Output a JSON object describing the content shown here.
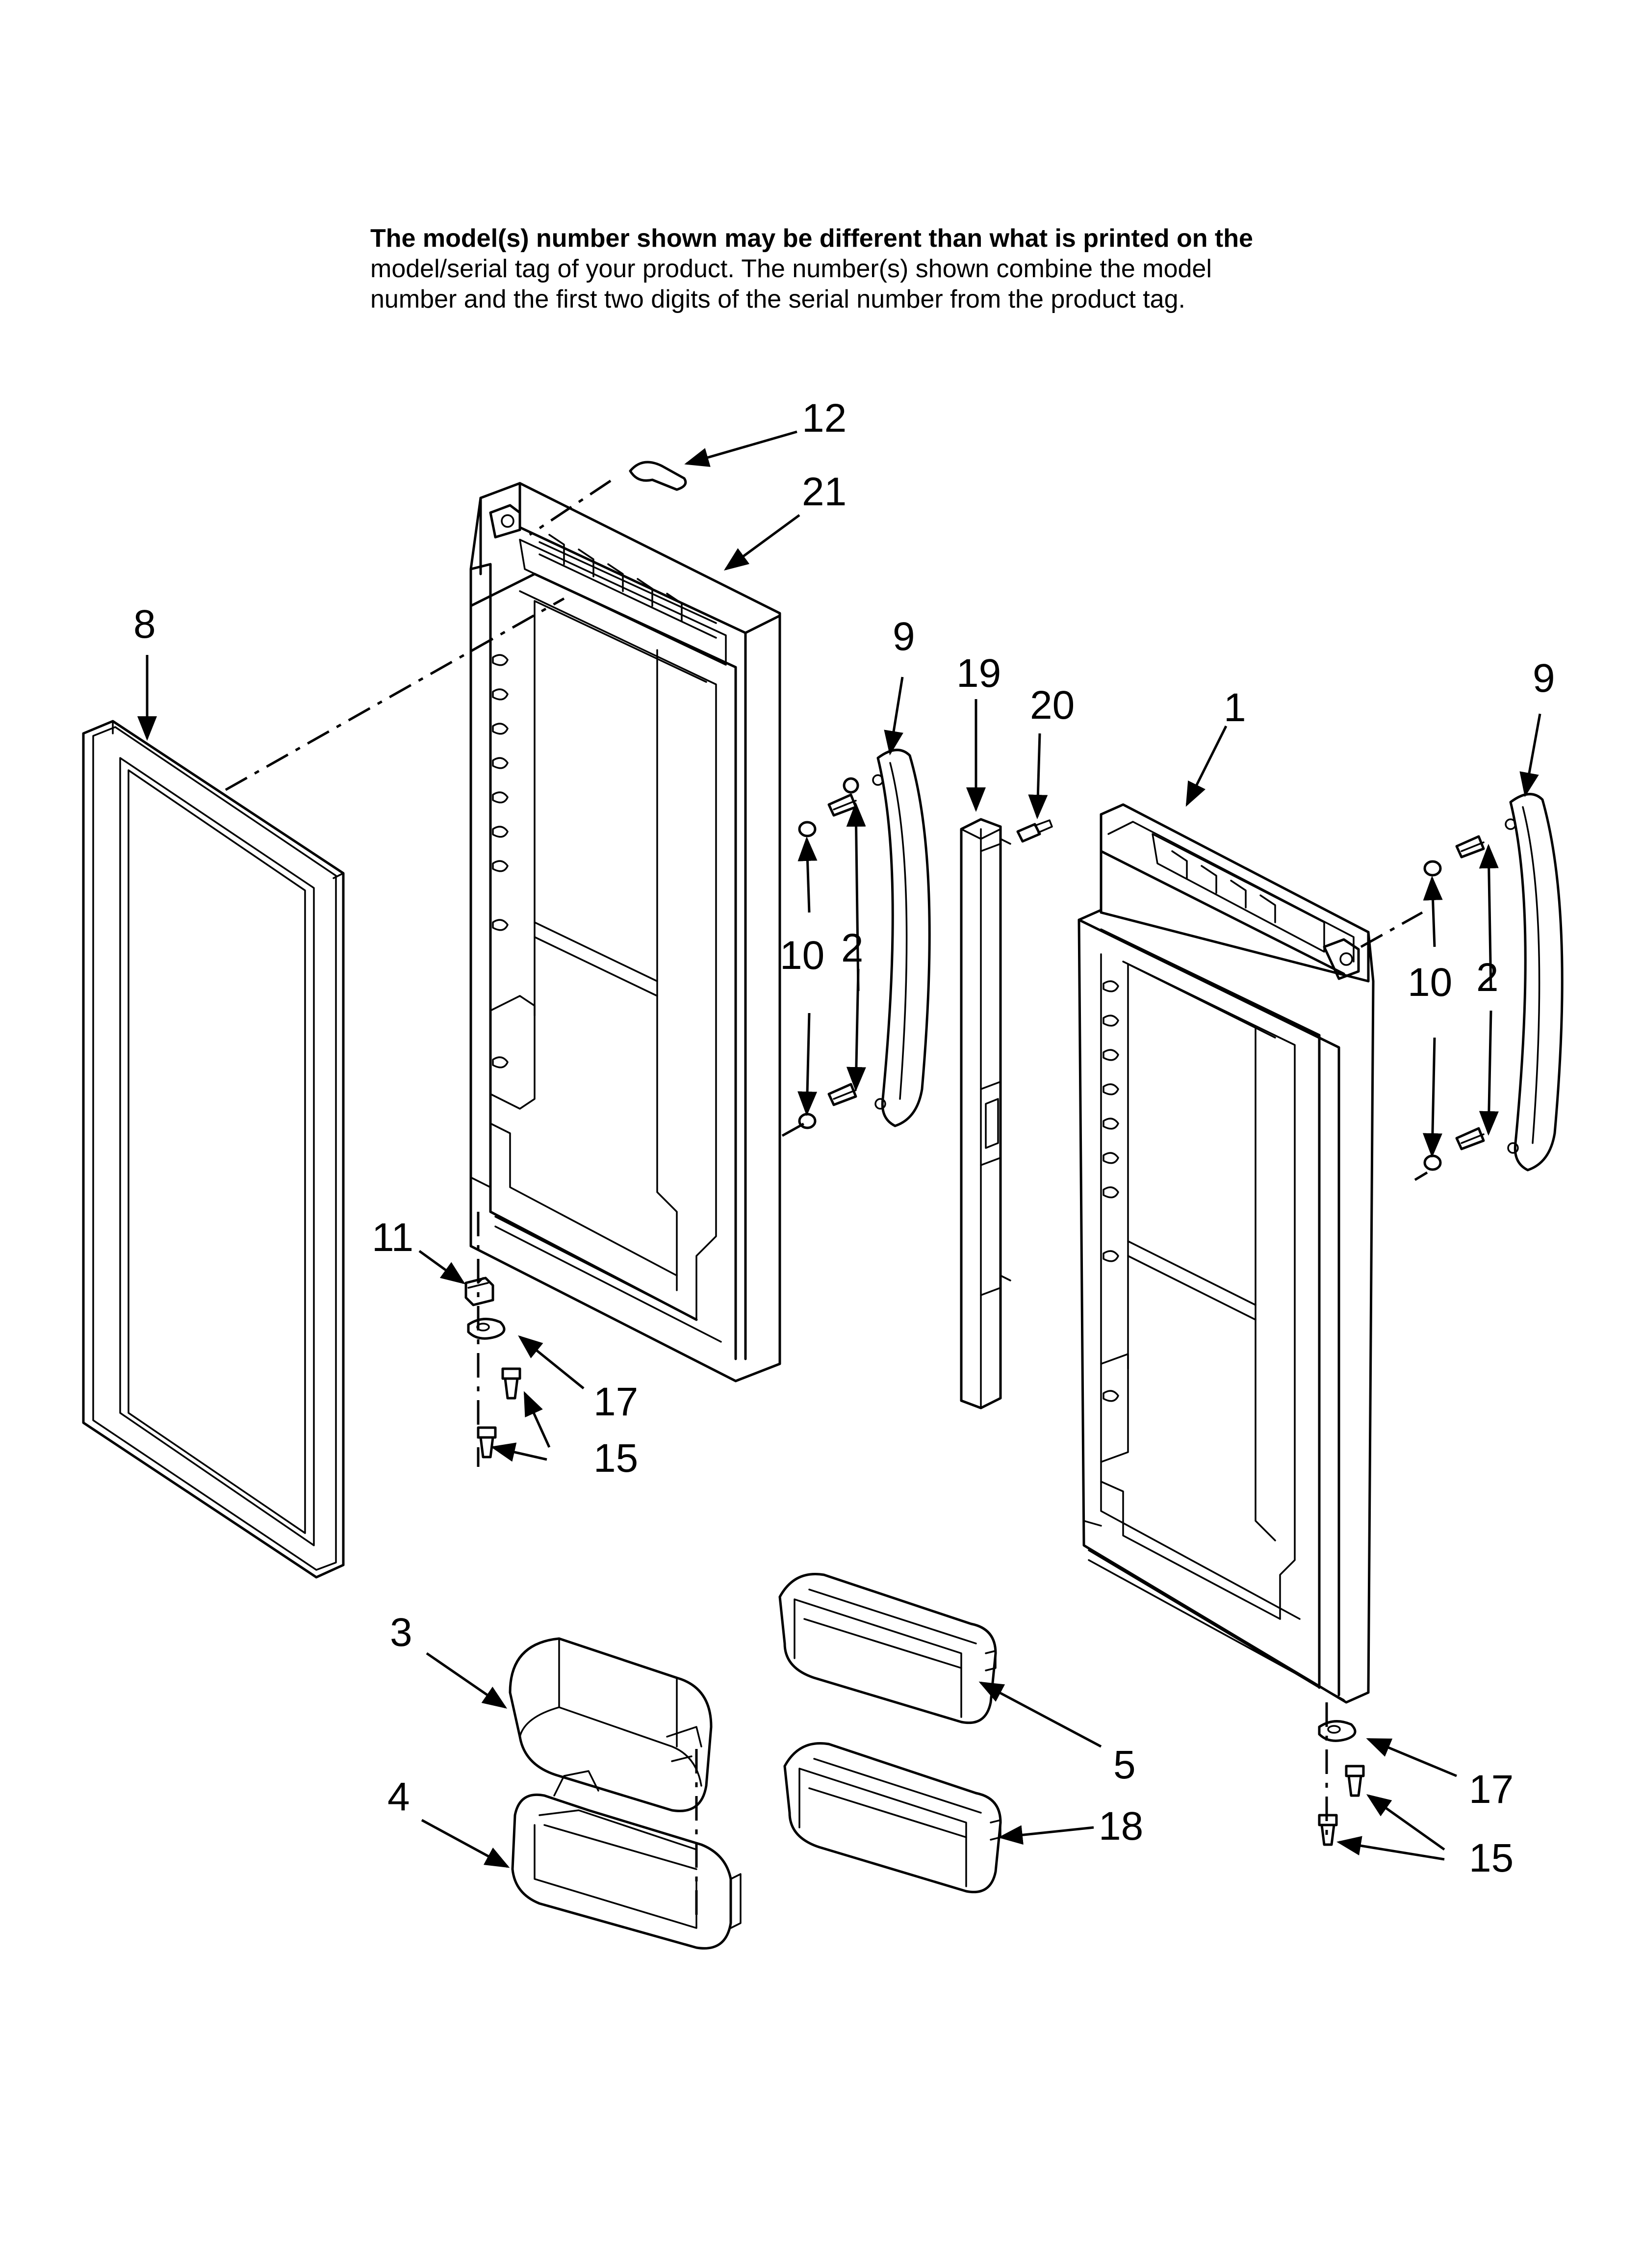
{
  "note": {
    "line1": "The model(s) number shown may be different than what is printed on the",
    "line2": "model/serial tag of your product. The number(s) shown combine the model",
    "line3": "number and the first two digits of the serial number from the product tag."
  },
  "callouts": {
    "c12": "12",
    "c21": "21",
    "c8": "8",
    "c9_left": "9",
    "c19": "19",
    "c20": "20",
    "c1": "1",
    "c9_right": "9",
    "c10_left": "10",
    "c2_left": "2",
    "c10_right": "10",
    "c2_right": "2",
    "c11": "11",
    "c17_left": "17",
    "c15_left": "15",
    "c3": "3",
    "c4": "4",
    "c5": "5",
    "c18": "18",
    "c17_right": "17",
    "c15_right": "15"
  }
}
